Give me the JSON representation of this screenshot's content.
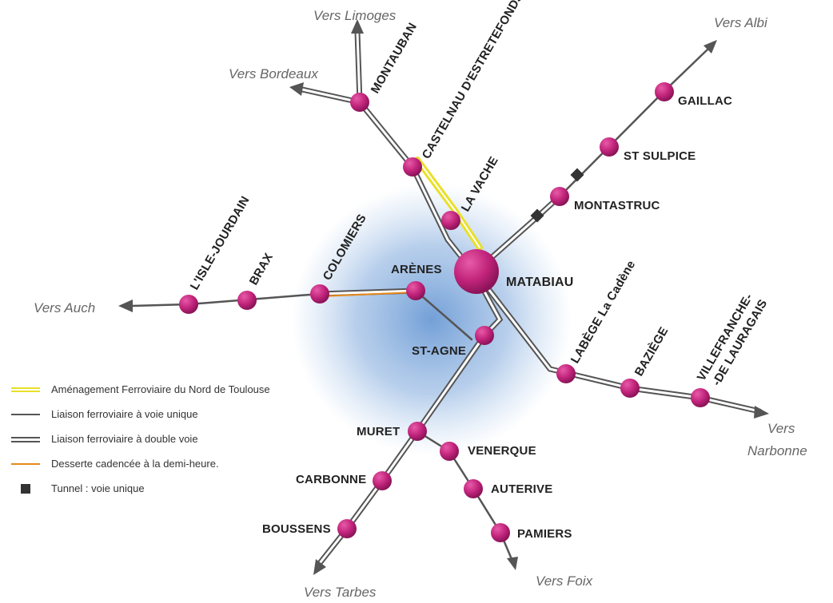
{
  "stations": {
    "montauban": "MONTAUBAN",
    "castelnau": "CASTELNAU D'ESTRETEFONDS",
    "lavache": "LA VACHE",
    "matabiau": "MATABIAU",
    "gaillac": "GAILLAC",
    "stsulpice": "ST SULPICE",
    "montastruc": "MONTASTRUC",
    "islejourdain": "L'ISLE-JOURDAIN",
    "brax": "BRAX",
    "colomiers": "COLOMIERS",
    "arenes": "ARÈNES",
    "stagne": "ST-AGNE",
    "labege": "LABÈGE La Cadène",
    "baziege": "BAZIÈGE",
    "villefranche_1": "VILLEFRANCHE-",
    "villefranche_2": "-DE LAURAGAIS",
    "muret": "MURET",
    "carbonne": "CARBONNE",
    "boussens": "BOUSSENS",
    "venerque": "VENERQUE",
    "auterive": "AUTERIVE",
    "pamiers": "PAMIERS"
  },
  "directions": {
    "limoges": "Vers Limoges",
    "bordeaux": "Vers Bordeaux",
    "albi": "Vers Albi",
    "auch": "Vers Auch",
    "narbonne_1": "Vers",
    "narbonne_2": "Narbonne",
    "tarbes": "Vers Tarbes",
    "foix": "Vers Foix"
  },
  "legend": [
    {
      "symbol": "yellow-double-line",
      "label": "Aménagement Ferroviaire du Nord de Toulouse"
    },
    {
      "symbol": "single-line",
      "label": "Liaison ferroviaire à voie unique"
    },
    {
      "symbol": "double-line",
      "label": "Liaison ferroviaire à double voie"
    },
    {
      "symbol": "orange-line",
      "label": "Desserte cadencée à la demi-heure."
    },
    {
      "symbol": "tunnel-square",
      "label": "Tunnel : voie unique"
    }
  ],
  "colors": {
    "station_fill": "#c0237a",
    "station_fill_light": "#e04aa0",
    "track": "#555555",
    "afnt": "#e8e02a",
    "half_hour": "#e88a1a",
    "city_glow": "#6f9ed6"
  }
}
